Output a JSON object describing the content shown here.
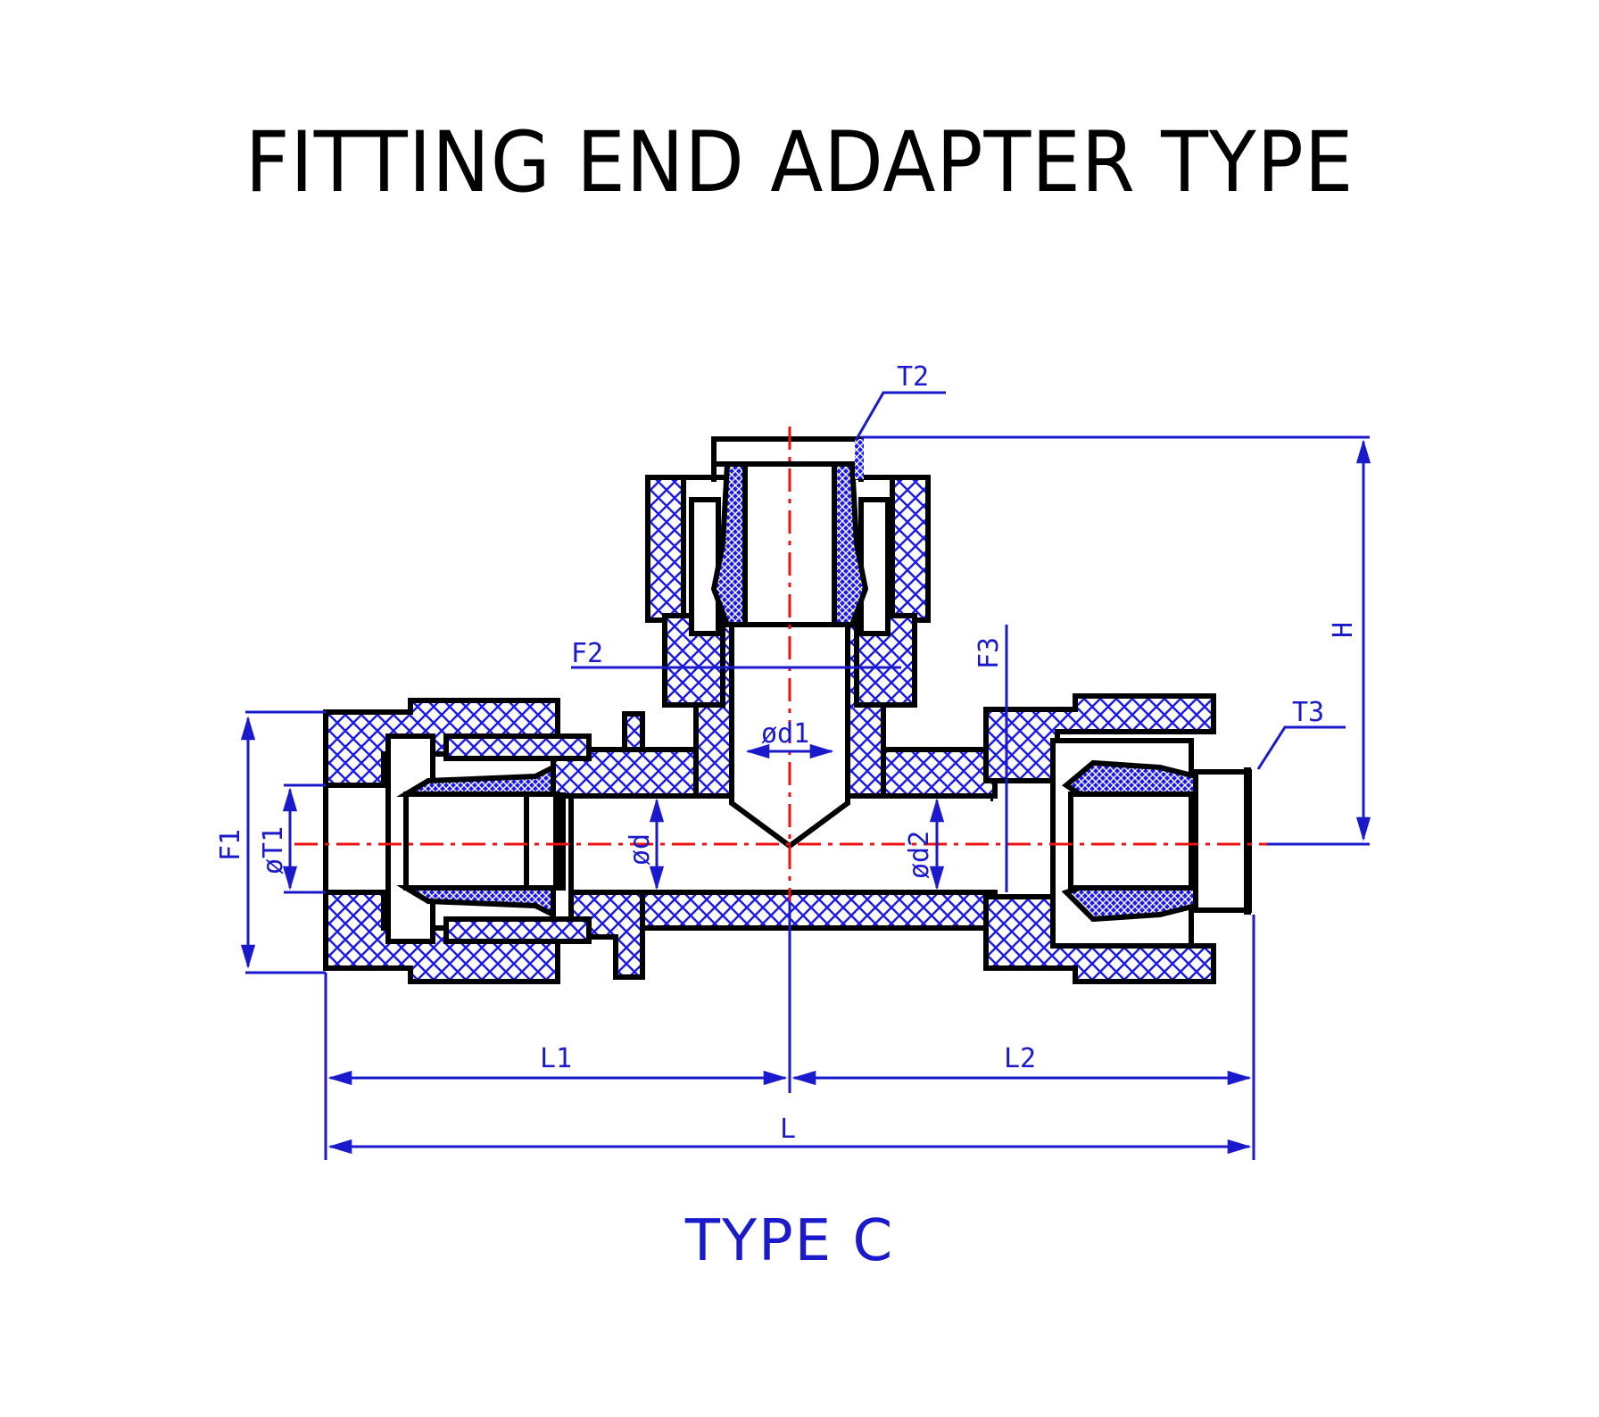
{
  "title": "FITTING END ADAPTER TYPE",
  "diagram": {
    "caption": "TYPE C",
    "dimension_labels": {
      "T2": "T2",
      "T3": "T3",
      "F1": "F1",
      "F2": "F2",
      "F3": "F3",
      "T1": "øT1",
      "d": "ød",
      "d1": "ød1",
      "d2": "ød2",
      "H": "H",
      "L1": "L1",
      "L2": "L2",
      "L": "L"
    },
    "colors": {
      "outline": "#000000",
      "hatch": "#1a1aee",
      "dimension": "#1a1acc",
      "centerline": "#ee1111",
      "background": "#ffffff"
    }
  }
}
